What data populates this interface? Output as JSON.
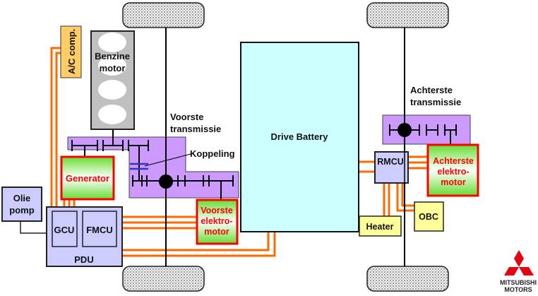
{
  "diagram": {
    "components": {
      "ac_compressor": "A/C comp.",
      "engine": [
        "Benzine",
        "motor"
      ],
      "generator": "Generator",
      "oil_pump": [
        "Olie",
        "pomp"
      ],
      "gcu": "GCU",
      "fmcu": "FMCU",
      "pdu": "PDU",
      "front_transmission": [
        "Voorste",
        "transmissie"
      ],
      "clutch": "Koppeling",
      "front_motor": [
        "Voorste",
        "elektro-",
        "motor"
      ],
      "drive_battery": "Drive Battery",
      "rear_transmission": [
        "Achterste",
        "transmissie"
      ],
      "rmcu": "RMCU",
      "rear_motor": [
        "Achterste",
        "elektro-",
        "motor"
      ],
      "heater": "Heater",
      "obc": "OBC"
    },
    "logo": {
      "line1": "MITSUBISHI",
      "line2": "MOTORS",
      "color": "#e60012"
    },
    "colors": {
      "hv_cable": "#ff6a00",
      "transmission": "#cc99ff",
      "battery": "#ccffff",
      "control_unit": "#ccccff",
      "motor_border": "#ff0000",
      "motor_label": "#ff0000",
      "motor_fill_top": "#66dd33",
      "ac_box": "#ffcc66",
      "aux_box": "#ffff99",
      "engine_block": "#c0c0c0",
      "clutch": "#3333cc"
    }
  }
}
